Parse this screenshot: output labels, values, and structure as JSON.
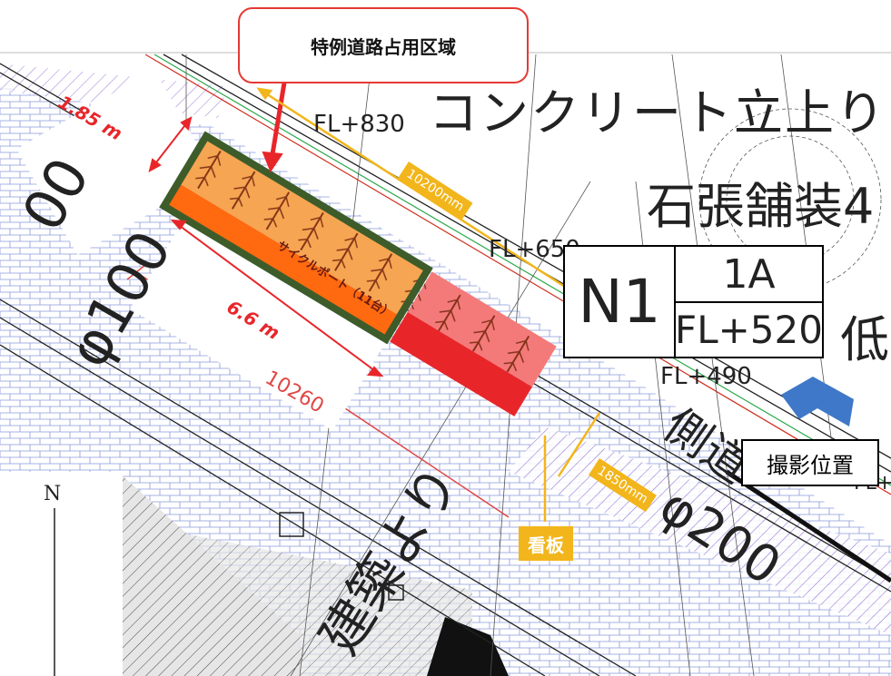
{
  "callout": {
    "title": "特例道路占用区域"
  },
  "dimensions": {
    "width_label": "1.85 m",
    "length_label": "6.6 m",
    "length_mm": "10200mm",
    "width_mm": "1850mm",
    "red_dim": "10260"
  },
  "cycleport": {
    "label": "サイクルポート（11台）"
  },
  "plan_labels": {
    "fl830": "FL+830",
    "concrete": "コンクリート立上り",
    "stone": "石張舗装4",
    "fl650": "FL+650",
    "fl490": "FL+490",
    "low": "低",
    "side": "側道",
    "phi100": "φ100",
    "phi200": "φ200",
    "building": "建築より",
    "zero": "00",
    "fl_right": "FL+"
  },
  "n1_box": {
    "code": "N1",
    "top": "1A",
    "bottom": "FL+520"
  },
  "photo_position": "撮影位置",
  "signboard": "看板",
  "north": "N",
  "colors": {
    "highlight_orange": "#f6a552",
    "highlight_red": "#e8262a",
    "border_green": "#3d5c2a",
    "dim_yellow": "#f2b51b",
    "arrow_blue": "#3f78c8"
  }
}
